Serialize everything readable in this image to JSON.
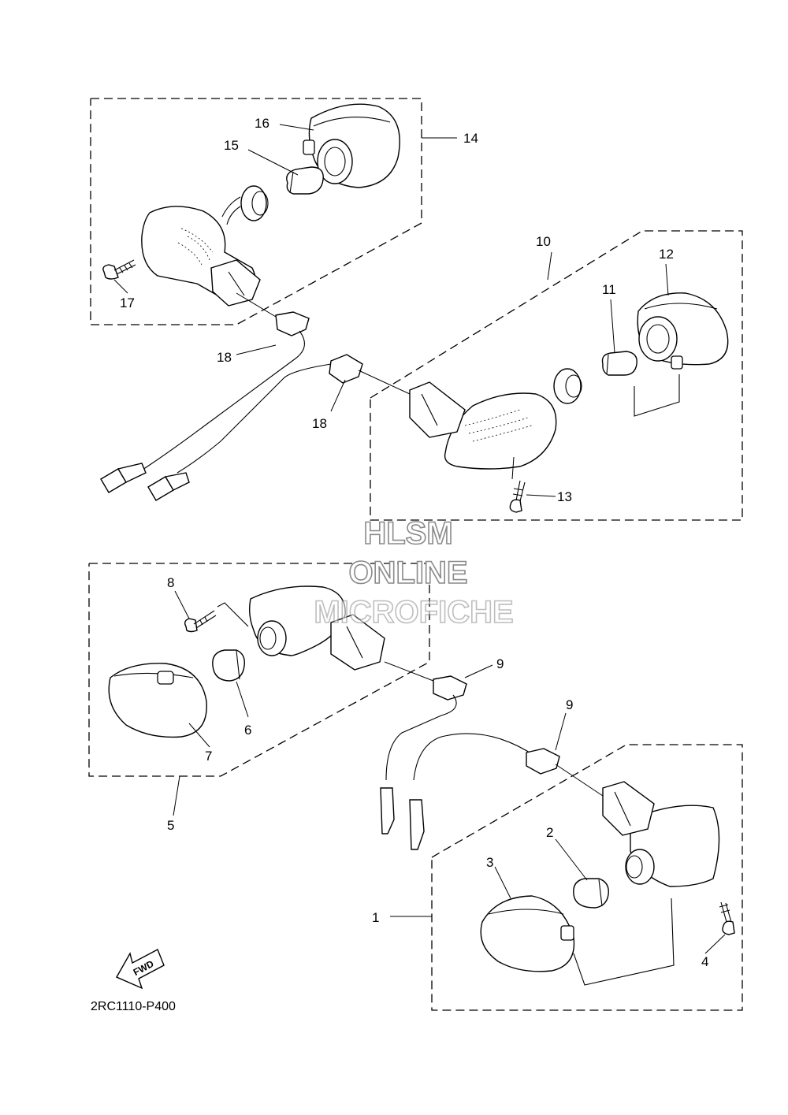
{
  "diagram_code": "2RC1110-P400",
  "fwd_label": "FWD",
  "watermark": {
    "line1": "HLSM",
    "line2": "ONLINE",
    "line3": "MICROFICHE"
  },
  "callouts": {
    "c1": "1",
    "c2": "2",
    "c3": "3",
    "c4": "4",
    "c5": "5",
    "c6": "6",
    "c7": "7",
    "c8": "8",
    "c9a": "9",
    "c9b": "9",
    "c10": "10",
    "c11": "11",
    "c12": "12",
    "c13": "13",
    "c14": "14",
    "c15": "15",
    "c16": "16",
    "c17": "17",
    "c18a": "18",
    "c18b": "18"
  }
}
